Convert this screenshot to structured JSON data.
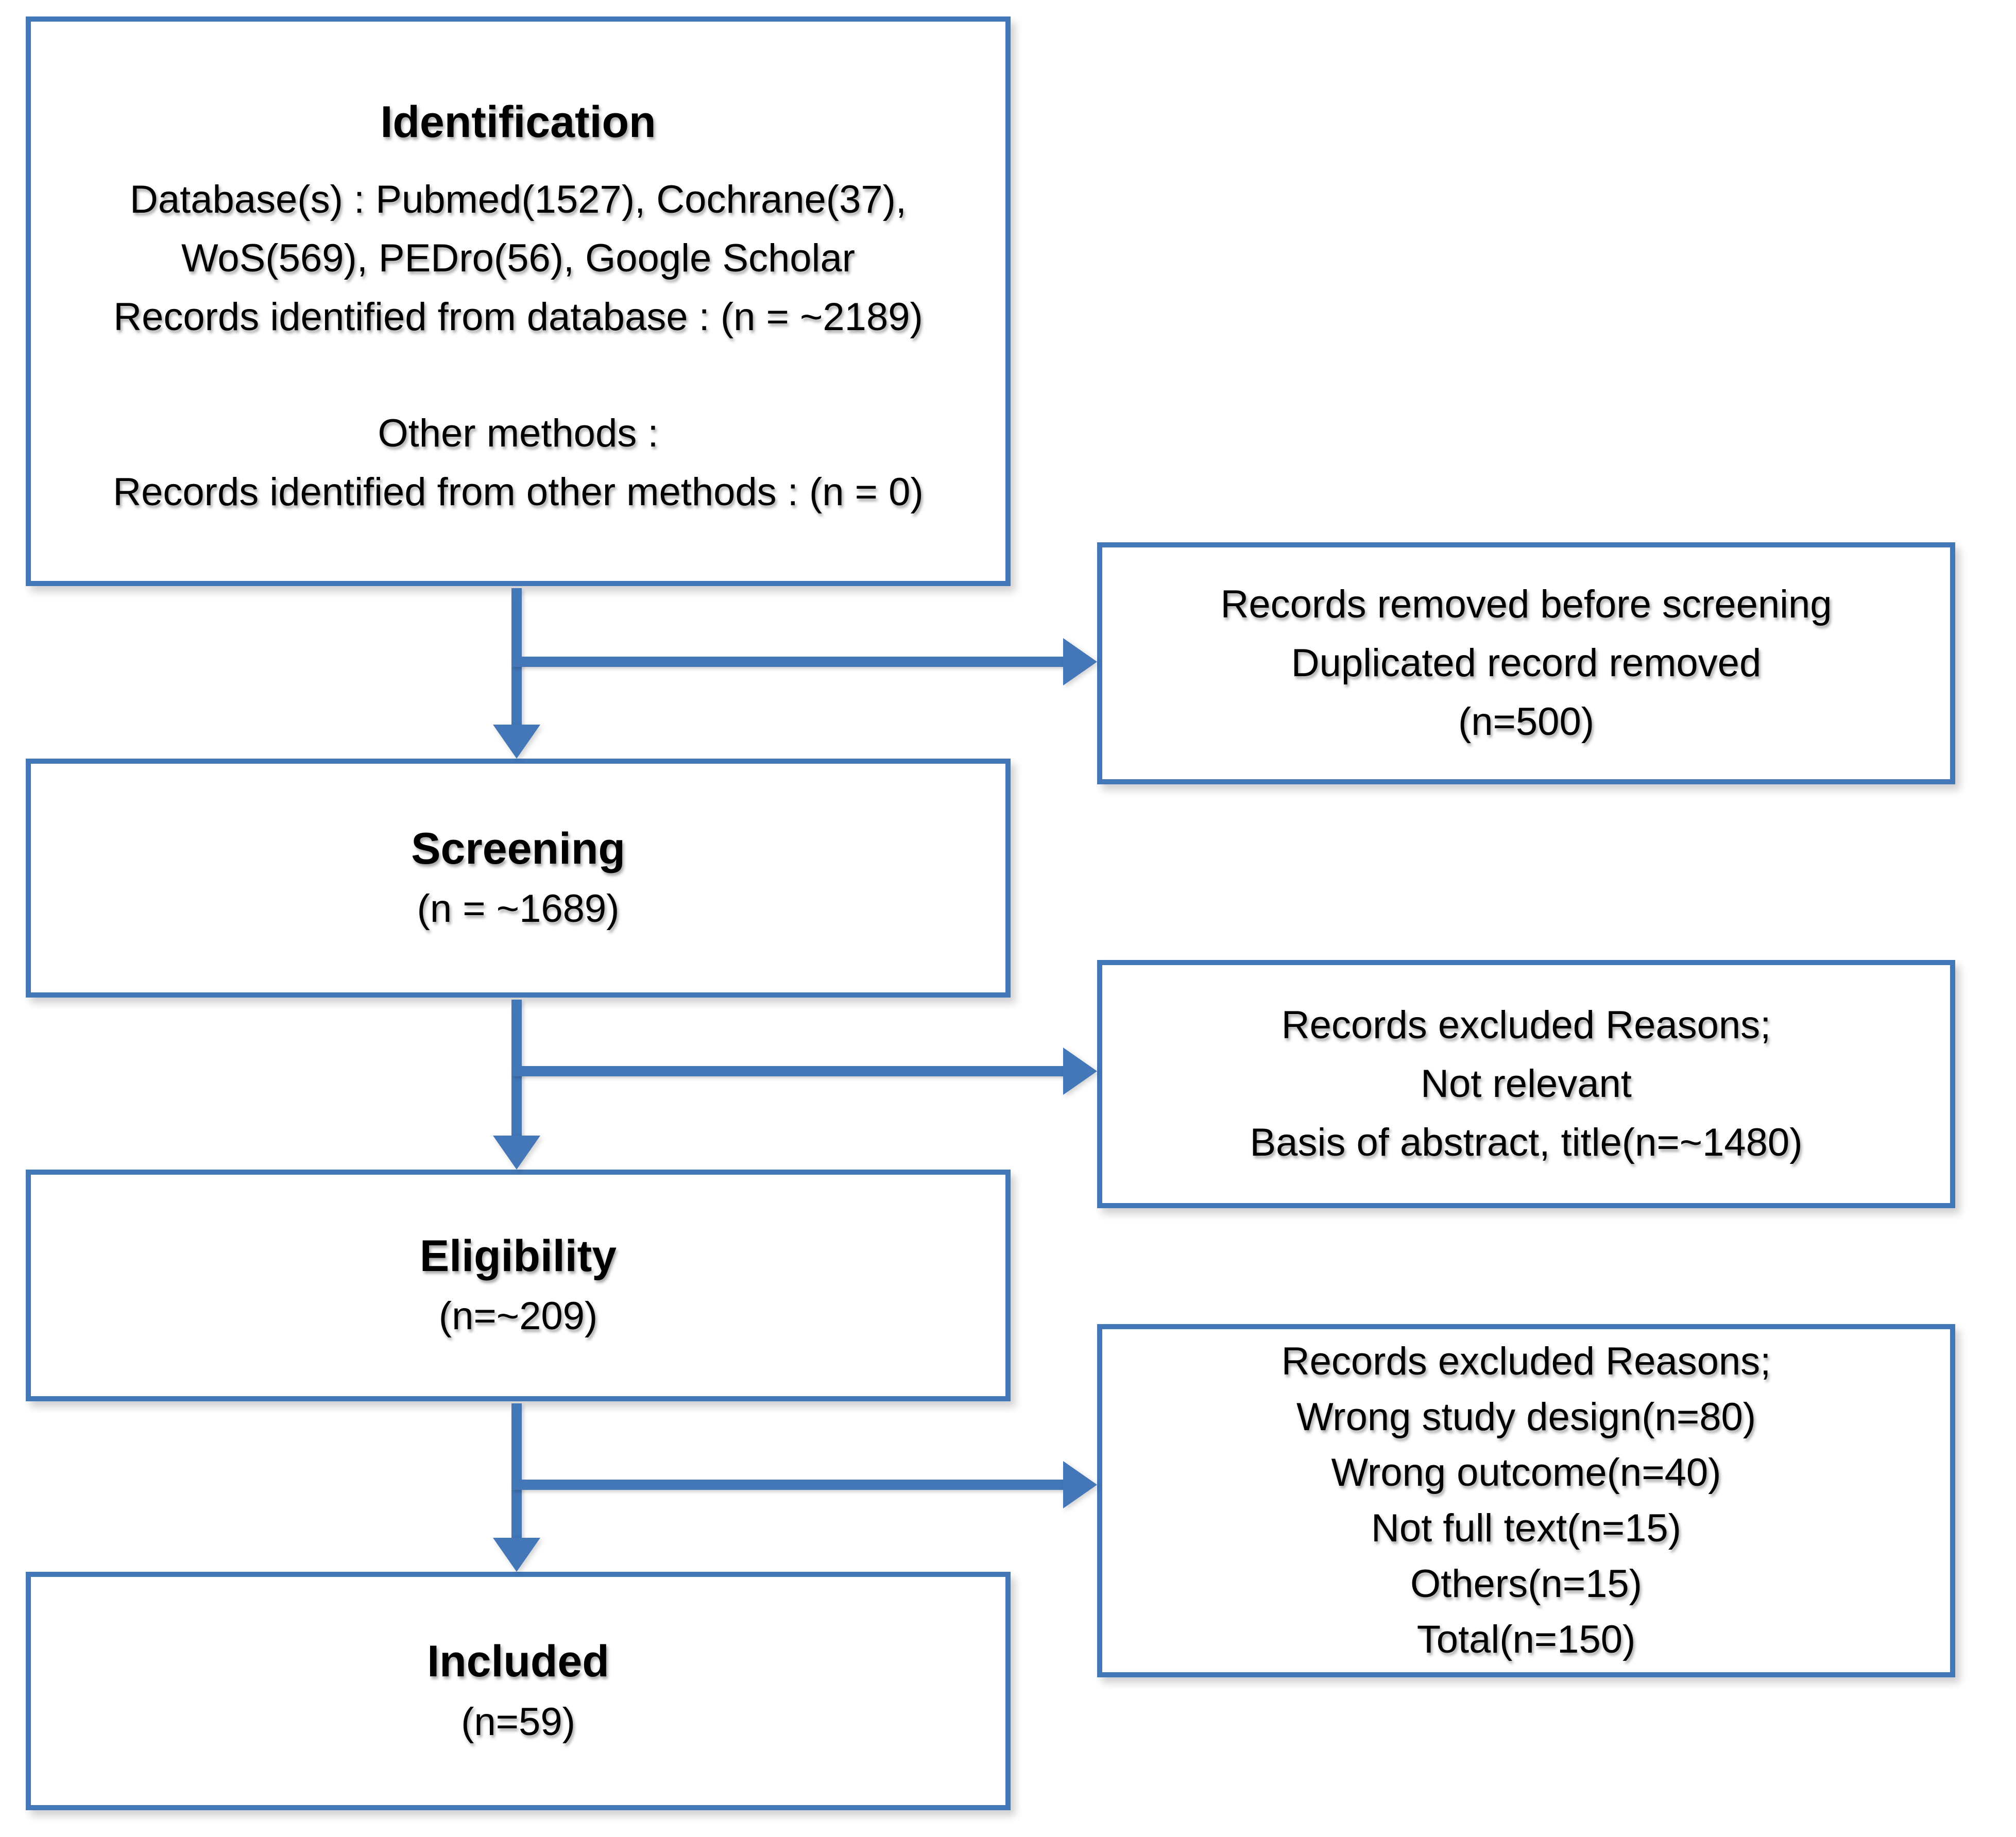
{
  "accent_color": "#4377b8",
  "identification": {
    "title": "Identification",
    "line1": "Database(s) : Pubmed(1527), Cochrane(37),",
    "line2": "WoS(569), PEDro(56), Google Scholar",
    "line3": "Records identified from database : (n = ~2189)",
    "line4": "Other methods :",
    "line5": "Records identified from other methods : (n = 0)"
  },
  "removed_before_screening": {
    "line1": "Records removed before screening",
    "line2": "Duplicated record removed",
    "line3": "(n=500)"
  },
  "screening": {
    "title": "Screening",
    "count": "(n = ~1689)"
  },
  "excluded_screening": {
    "line1": "Records excluded Reasons;",
    "line2": "Not relevant",
    "line3": "Basis of abstract, title(n=~1480)"
  },
  "eligibility": {
    "title": "Eligibility",
    "count": "(n=~209)"
  },
  "excluded_eligibility": {
    "line1": "Records excluded Reasons;",
    "line2": "Wrong study design(n=80)",
    "line3": "Wrong outcome(n=40)",
    "line4": "Not full text(n=15)",
    "line5": "Others(n=15)",
    "line6": "Total(n=150)"
  },
  "included": {
    "title": "Included",
    "count": "(n=59)"
  }
}
